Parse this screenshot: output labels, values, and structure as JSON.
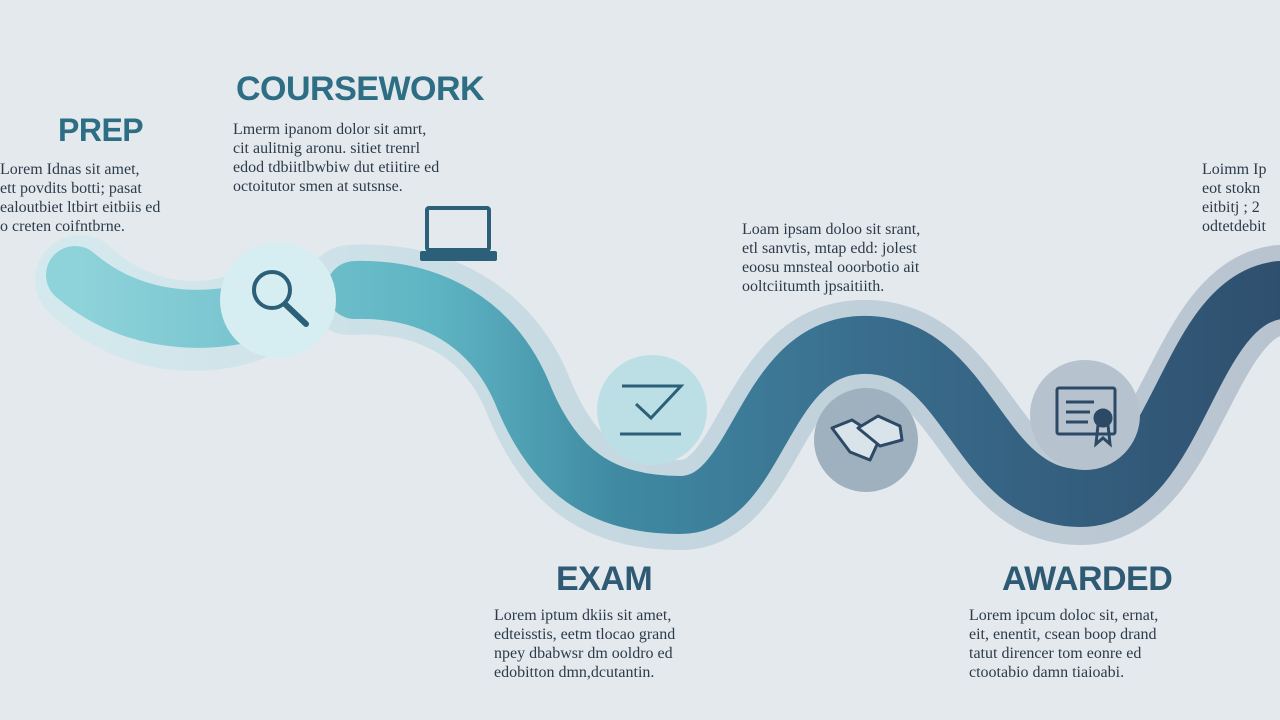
{
  "stages": [
    {
      "id": "prep",
      "title": "PREP",
      "lines": [
        "Lorem Idnas sit amet,",
        "ett povdits botti; pasat",
        "ealoutbiet ltbirt eitbiis ed",
        "o creten coifntbrne."
      ],
      "icon": "magnifier-icon"
    },
    {
      "id": "coursework",
      "title": "COURSEWORK",
      "lines": [
        "Lmerm ipanom dolor sit amrt,",
        "cit aulitnig aronu. sitiet trenrl",
        "edod tdbiitlbwbiw dut etiitire ed",
        "octoitutor smen at sutsnse."
      ],
      "icon": "laptop-icon"
    },
    {
      "id": "exam",
      "title": "EXAM",
      "lines": [
        "Lorem iptum dkiis sit amet,",
        "edteisstis, eetm tlocao grand",
        "npey dbabwsr dm ooldro ed",
        "edobitton dmn,dcutantin."
      ],
      "icon": "checkmark-icon"
    },
    {
      "id": "middle",
      "title": "",
      "lines": [
        "Loam ipsam doloo sit srant,",
        "etl sanvtis, mtap edd: jolest",
        "eoosu mnsteal ooorbotio ait",
        "ooltciitumth jpsaitiith."
      ],
      "icon": "handshake-icon"
    },
    {
      "id": "awarded",
      "title": "AWARDED",
      "lines": [
        "Lorem ipcum doloc sit, ernat,",
        "eit, enentit, csean boop drand",
        "tatut direncer tom eonre ed",
        "ctootabio damn tiaioabi."
      ],
      "icon": "certificate-icon"
    },
    {
      "id": "right",
      "title": "",
      "lines": [
        "Loimm Ip",
        "eot stokn",
        "eitbitj ; 2",
        "odtetdebit"
      ],
      "icon": ""
    }
  ],
  "colors": {
    "background": "#e4e9ee",
    "title_prep": "#2e6e84",
    "title_dark": "#2f5a74",
    "band_light": "#7fcad3",
    "band_mid": "#3f8aa2",
    "band_dark": "#2f5b78",
    "band_shadow": "#b5c3cf",
    "icon_stroke": "#2c5f78"
  }
}
